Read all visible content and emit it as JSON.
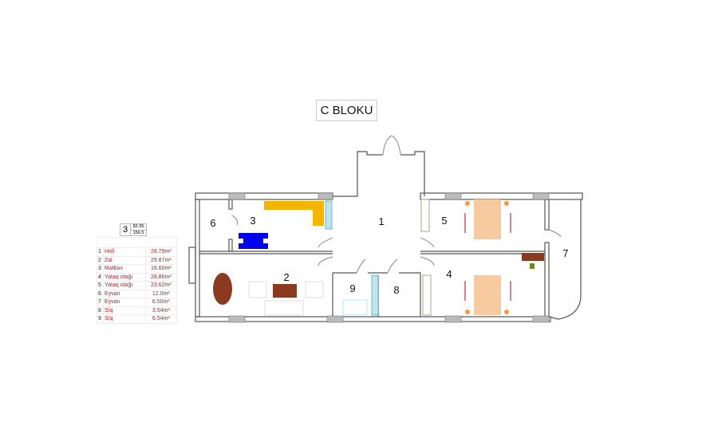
{
  "title": "C BLOKU",
  "unit": {
    "number": "3",
    "area_living": "82.35",
    "area_total": "156.5"
  },
  "rooms": [
    {
      "no": "1",
      "name": "Holl",
      "area": "28.79m²"
    },
    {
      "no": "2",
      "name": "Zal",
      "area": "29.87m²"
    },
    {
      "no": "3",
      "name": "Mətbəx",
      "area": "16.60m²"
    },
    {
      "no": "4",
      "name": "Yataq otağı",
      "area": "28.86m²"
    },
    {
      "no": "5",
      "name": "Yataq otağı",
      "area": "23.62m²"
    },
    {
      "no": "6",
      "name": "Eyvan",
      "area": "12.0m²"
    },
    {
      "no": "7",
      "name": "Eyvan",
      "area": "6.50m²"
    },
    {
      "no": "8",
      "name": "S/q",
      "area": "3.54m²"
    },
    {
      "no": "9",
      "name": "S/q",
      "area": "6.54m²"
    }
  ],
  "colors": {
    "wall": "#555555",
    "column": "#bbbbbb",
    "kitchen": "#f5b400",
    "dining": "#0000ee",
    "wood": "#8b3a20",
    "bed": "#f8caa0"
  }
}
